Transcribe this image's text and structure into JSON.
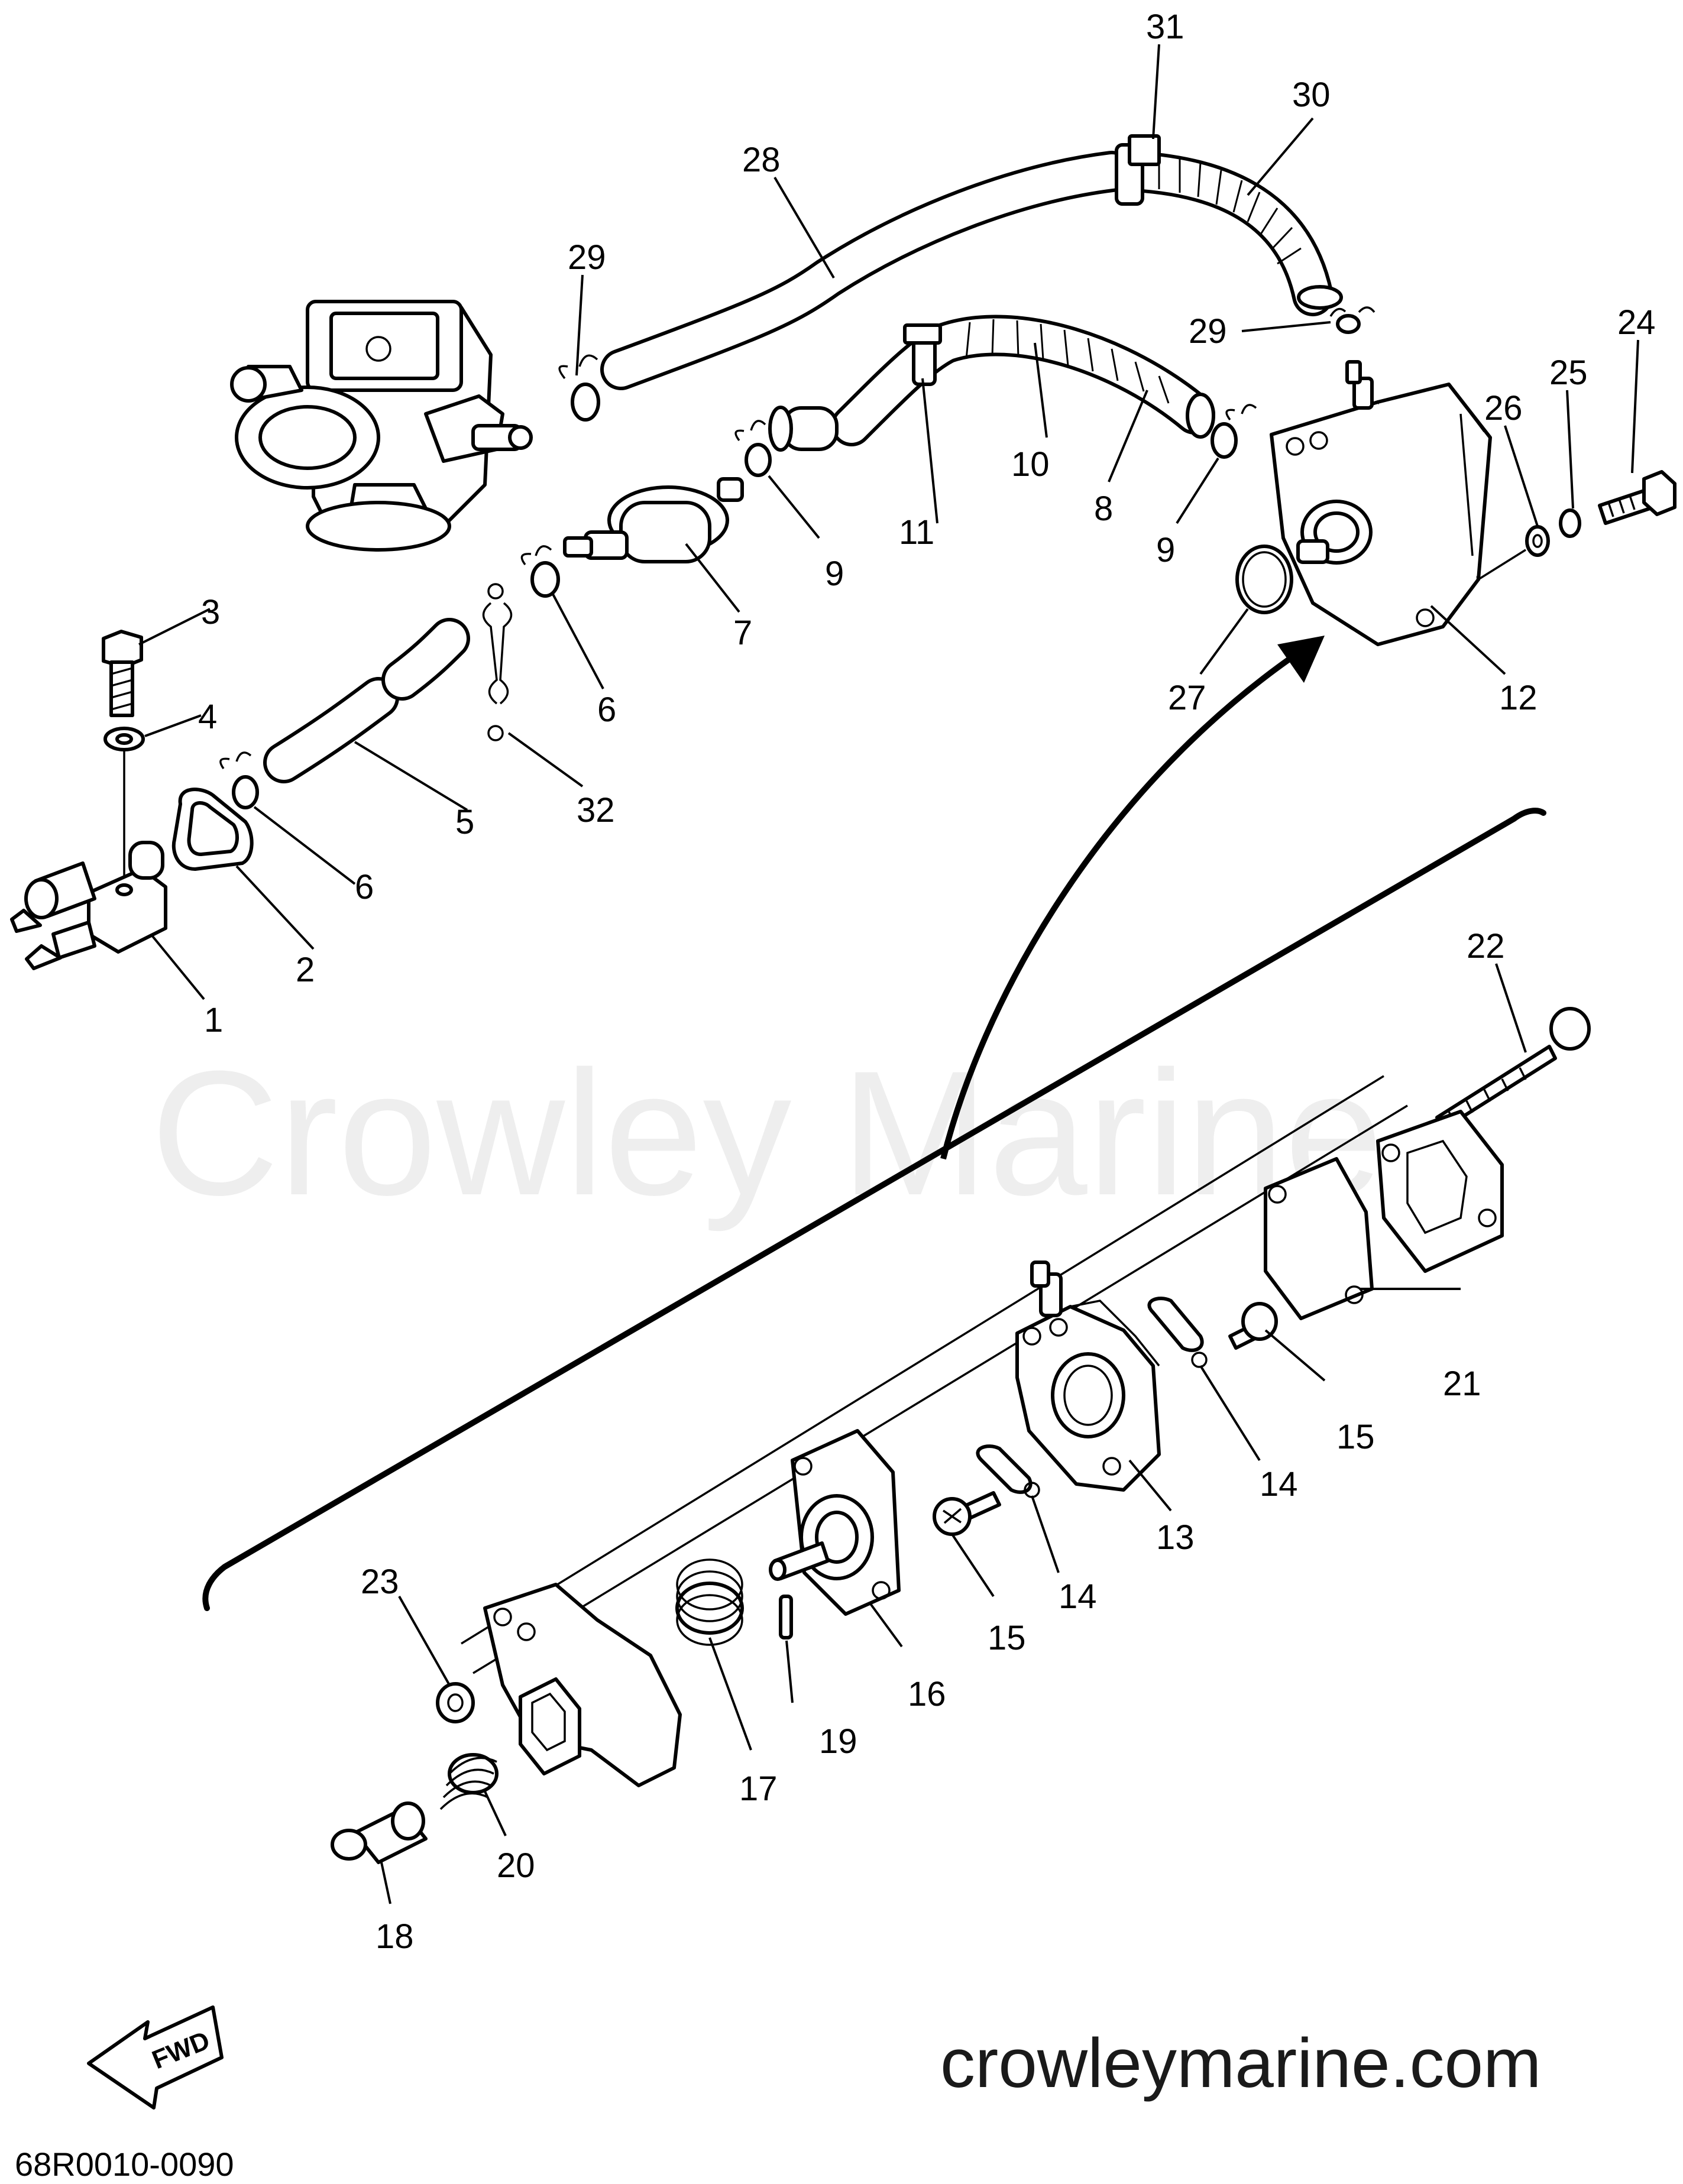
{
  "watermark": "Crowley Marine",
  "website": "crowleymarine.com",
  "diagram_code": "68R0010-0090",
  "fwd_label": "FWD",
  "labels": {
    "p1": "1",
    "p2": "2",
    "p3": "3",
    "p4": "4",
    "p5": "5",
    "p6a": "6",
    "p6b": "6",
    "p7": "7",
    "p8": "8",
    "p9a": "9",
    "p9b": "9",
    "p10": "10",
    "p11": "11",
    "p12": "12",
    "p13": "13",
    "p14a": "14",
    "p14b": "14",
    "p15a": "15",
    "p15b": "15",
    "p16": "16",
    "p17": "17",
    "p18": "18",
    "p19": "19",
    "p20": "20",
    "p21": "21",
    "p22": "22",
    "p23": "23",
    "p24": "24",
    "p25": "25",
    "p26": "26",
    "p27": "27",
    "p28": "28",
    "p29a": "29",
    "p29b": "29",
    "p30": "30",
    "p31": "31",
    "p32": "32"
  }
}
